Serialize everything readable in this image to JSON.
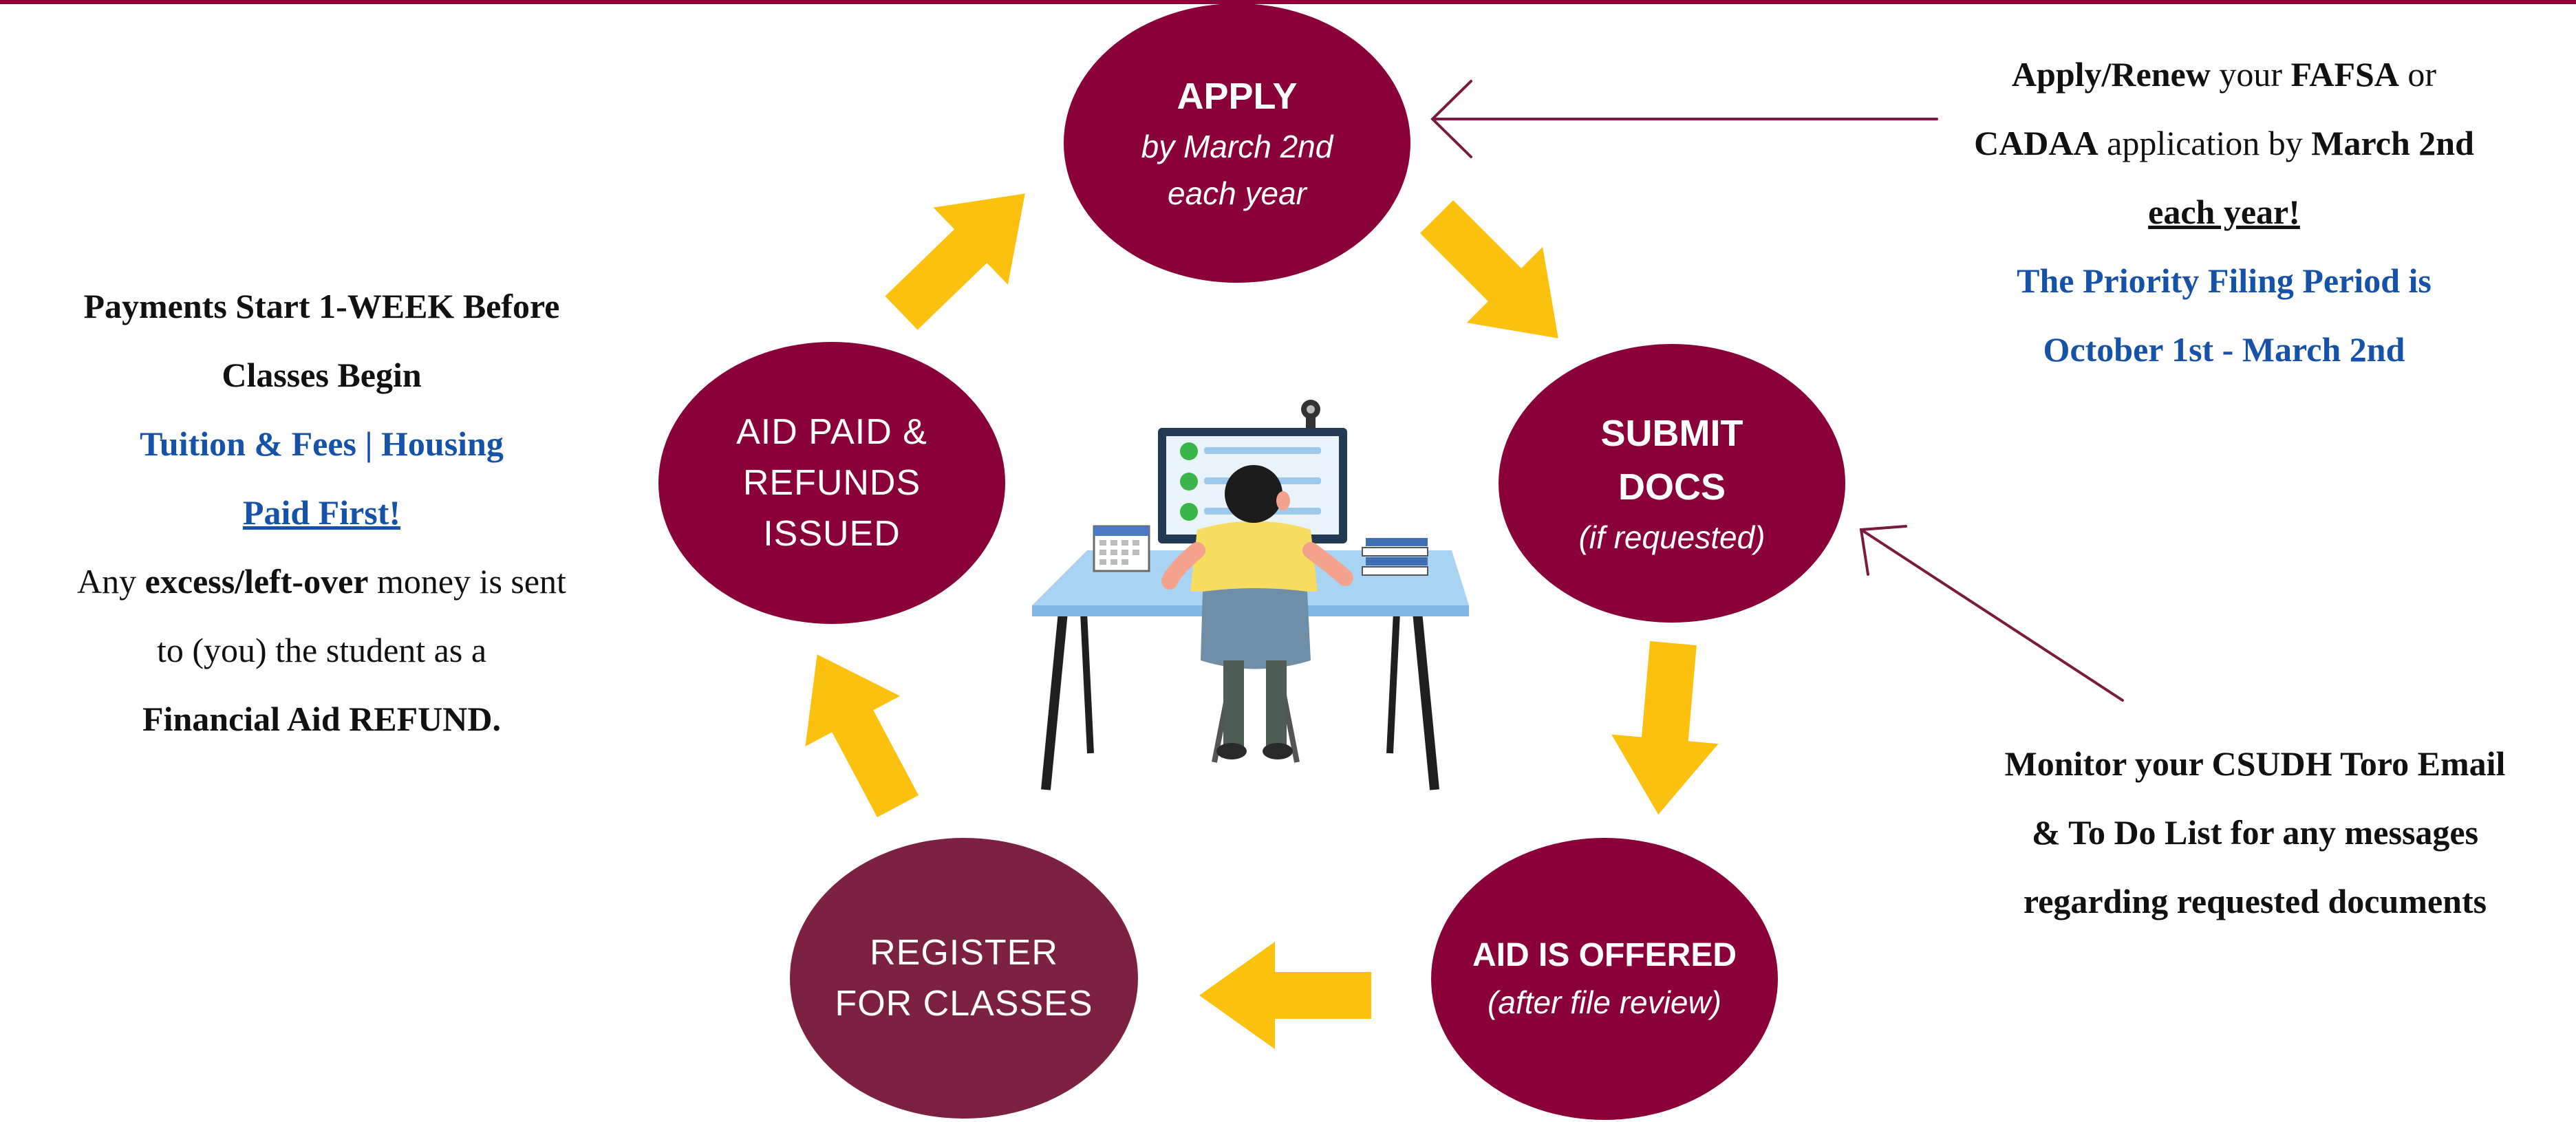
{
  "cycle": {
    "apply": {
      "title": "APPLY",
      "line1": "by March 2nd",
      "line2": "each year"
    },
    "submit": {
      "title1": "SUBMIT",
      "title2": "DOCS",
      "sub": "(if requested)"
    },
    "offered": {
      "title": "AID IS OFFERED",
      "sub": "(after file review)"
    },
    "register": {
      "line1": "REGISTER",
      "line2": "FOR CLASSES"
    },
    "paid": {
      "line1": "AID PAID &",
      "line2": "REFUNDS",
      "line3": "ISSUED"
    }
  },
  "left_note": {
    "l1": "Payments Start 1-WEEK Before",
    "l2": "Classes Begin",
    "l3": "Tuition & Fees | Housing",
    "l4": "Paid First!",
    "l5a": "Any ",
    "l5b": "excess/left-over",
    "l5c": " money is sent",
    "l6": "to (you) the student as a",
    "l7": "Financial Aid REFUND."
  },
  "right_top_note": {
    "a1": "Apply/Renew",
    "a2": " your ",
    "a3": "FAFSA",
    "a4": " or",
    "b1": "CADAA",
    "b2": " application by ",
    "b3": "March 2nd",
    "c1": "each year!",
    "d1": "The Priority Filing Period is",
    "e1": "October 1st - March 2nd"
  },
  "right_bottom_note": {
    "l1": "Monitor your CSUDH Toro Email",
    "l2": "& To Do List for any messages",
    "l3": "regarding requested documents"
  },
  "colors": {
    "node": "#8a0038",
    "register_node": "#7d2142",
    "arrow": "#fcc10f",
    "blue_text": "#1552a8",
    "pointer_line": "#7a1a3e"
  },
  "illustration": {
    "subject": "student-at-computer-desk",
    "checklist_items": 3
  }
}
